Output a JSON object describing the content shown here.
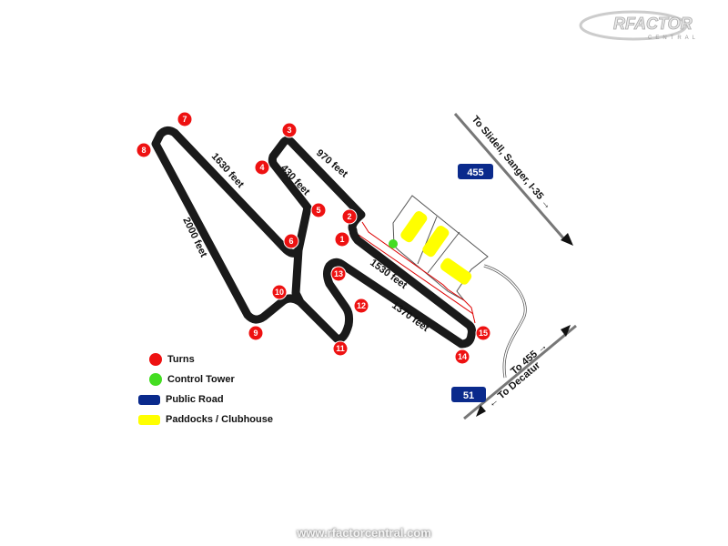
{
  "logo": {
    "text": "RFACTOR",
    "subtext": "CENTRAL"
  },
  "footer": {
    "url": "www.rfactorcentral.com"
  },
  "colors": {
    "track": "#1a1a1a",
    "turn": "#ee1111",
    "tower": "#44dd22",
    "road_sign": "#0a2a8c",
    "paddock": "#ffff00",
    "pit": "#dd0000"
  },
  "turns": [
    "1",
    "2",
    "3",
    "4",
    "5",
    "6",
    "7",
    "8",
    "9",
    "10",
    "11",
    "12",
    "13",
    "14",
    "15"
  ],
  "distances": {
    "d1630": "1630 feet",
    "d2000": "2000 feet",
    "d430": "430 feet",
    "d970": "970 feet",
    "d1530": "1530 feet",
    "d1370": "1370 feet"
  },
  "roads": {
    "shield_455": "455",
    "shield_51": "51",
    "north_dir": "To Slidell, Sanger, I-35 →",
    "east_dir": "To 455 →",
    "west_dir": "← To Decatur"
  },
  "legend": [
    {
      "label": "Turns",
      "color": "#ee1111",
      "shape": "dot"
    },
    {
      "label": "Control Tower",
      "color": "#44dd22",
      "shape": "dot"
    },
    {
      "label": "Public Road",
      "color": "#0a2a8c",
      "shape": "rect"
    },
    {
      "label": "Paddocks / Clubhouse",
      "color": "#ffff00",
      "shape": "rect"
    }
  ]
}
